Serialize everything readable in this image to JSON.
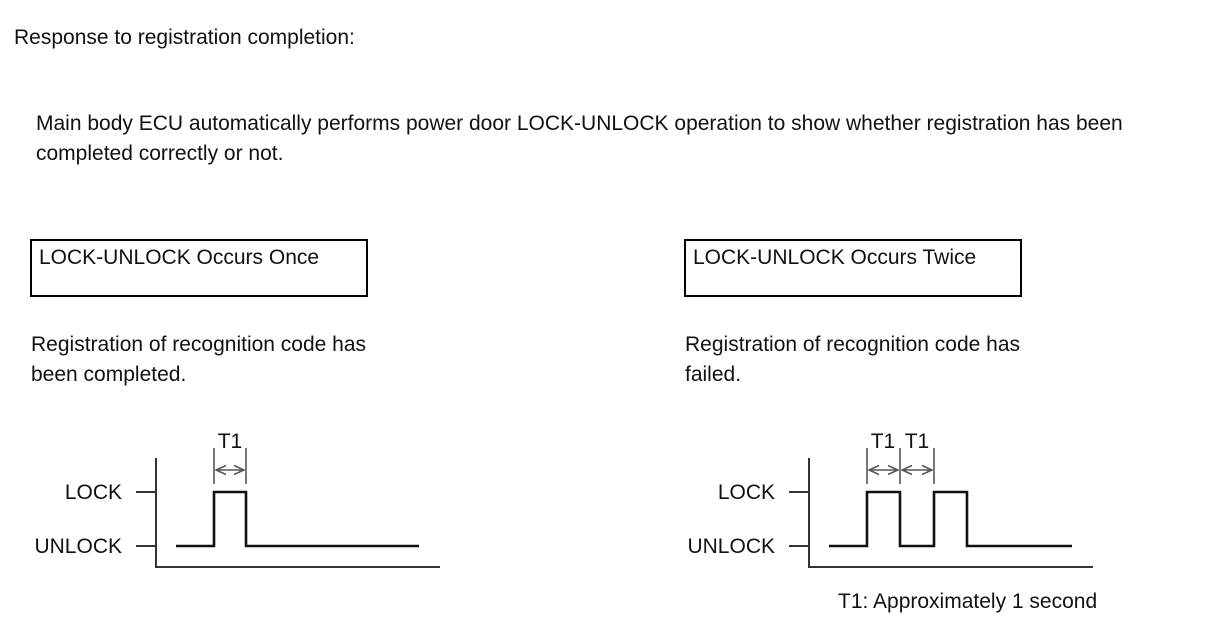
{
  "heading": "Response to registration completion:",
  "description": "Main body ECU automatically performs power door LOCK-UNLOCK operation to show whether registration has been completed correctly or not.",
  "panels": [
    {
      "box_label": "LOCK-UNLOCK Occurs Once",
      "result_line1": "Registration of recognition code has",
      "result_line2": "been completed.",
      "interval_labels": [
        "T1"
      ],
      "levels": {
        "high": "LOCK",
        "low": "UNLOCK"
      },
      "pulse_count": 1
    },
    {
      "box_label": "LOCK-UNLOCK Occurs Twice",
      "result_line1": "Registration of recognition code has",
      "result_line2": "failed.",
      "interval_labels": [
        "T1",
        "T1"
      ],
      "levels": {
        "high": "LOCK",
        "low": "UNLOCK"
      },
      "pulse_count": 2
    }
  ],
  "footnote": "T1: Approximately 1 second"
}
